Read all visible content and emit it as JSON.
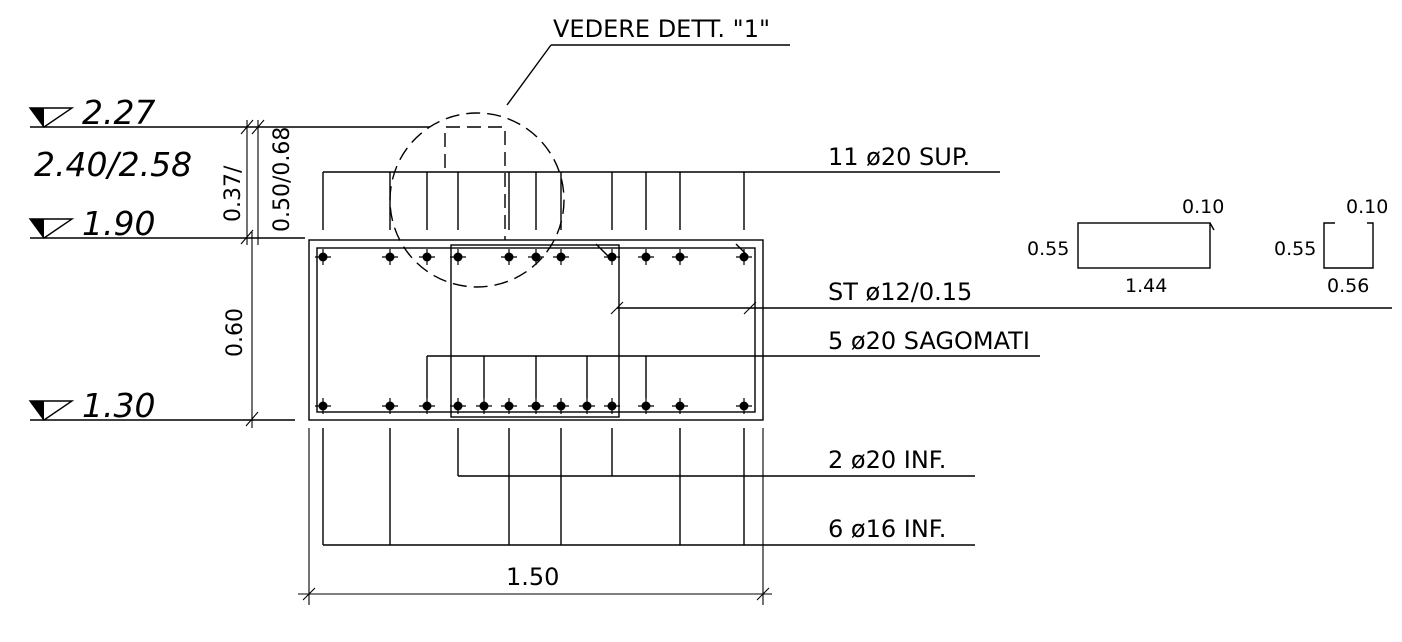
{
  "callout": {
    "detail": "VEDERE DETT. \"1\""
  },
  "levels": {
    "top": "2.27",
    "range": "2.40/2.58",
    "middle": "1.90",
    "bottom": "1.30"
  },
  "dimensions": {
    "height_upper_a": "0.37/",
    "height_upper_b": "0.50/0.68",
    "section_height": "0.60",
    "section_width": "1.50"
  },
  "rebar_labels": {
    "top": "11 ø20 SUP.",
    "stirrups": "ST ø12/0.15",
    "shaped": "5 ø20 SAGOMATI",
    "bottom_a": "2 ø20 INF.",
    "bottom_b": "6 ø16 INF."
  },
  "stirrup_shape_large": {
    "height": "0.55",
    "hook": "0.10",
    "width": "1.44"
  },
  "stirrup_shape_small": {
    "height": "0.55",
    "hook": "0.10",
    "width": "0.56"
  },
  "colors": {
    "line": "#000000",
    "background": "#ffffff"
  }
}
